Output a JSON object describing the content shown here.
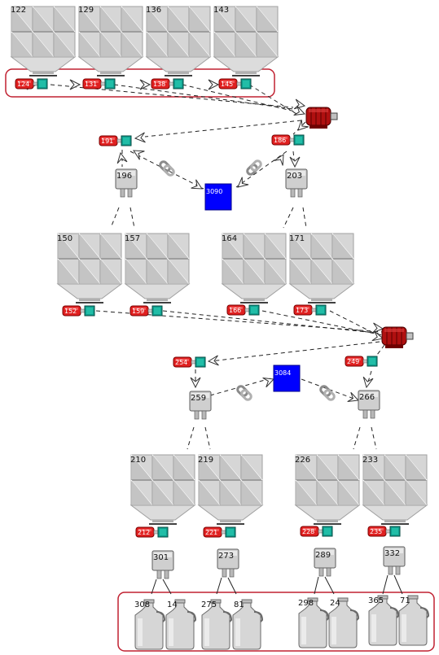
{
  "colors": {
    "background": "#ffffff",
    "group_frame": "#c02030",
    "controller": "#0000ff",
    "valve_body": "#e02020",
    "valve_terminal": "#10a090",
    "motor": "#b01010",
    "silo_fill": "#d4d4d4",
    "dashed_line": "#222222"
  },
  "icons": {
    "silo": "silo-icon",
    "valve": "valve-actuator-icon",
    "motor": "motor-icon",
    "controller": "controller-square-icon",
    "link": "chain-link-icon",
    "filter": "filter-unit-icon",
    "jug": "jug-icon",
    "arrow": "arrowhead-icon"
  },
  "silos_top": [
    "122",
    "129",
    "136",
    "143"
  ],
  "silos_mid": [
    "150",
    "157",
    "164",
    "171"
  ],
  "silos_bot": [
    "210",
    "219",
    "226",
    "233"
  ],
  "valves_row1": [
    "124",
    "131",
    "138",
    "145"
  ],
  "valves_row3": [
    "152",
    "159",
    "166",
    "173"
  ],
  "valves_row5": [
    "212",
    "221",
    "228",
    "235"
  ],
  "valves_branch1": [
    "191",
    "186"
  ],
  "valves_branch2": [
    "254",
    "249"
  ],
  "filters_row2": [
    "196",
    "203"
  ],
  "filters_row4": [
    "259",
    "266"
  ],
  "filters_row6": [
    "301",
    "273",
    "289",
    "332"
  ],
  "controllers": [
    "3090",
    "3084"
  ],
  "jugs": [
    "308",
    "14",
    "275",
    "81",
    "298",
    "24",
    "365",
    "71"
  ]
}
